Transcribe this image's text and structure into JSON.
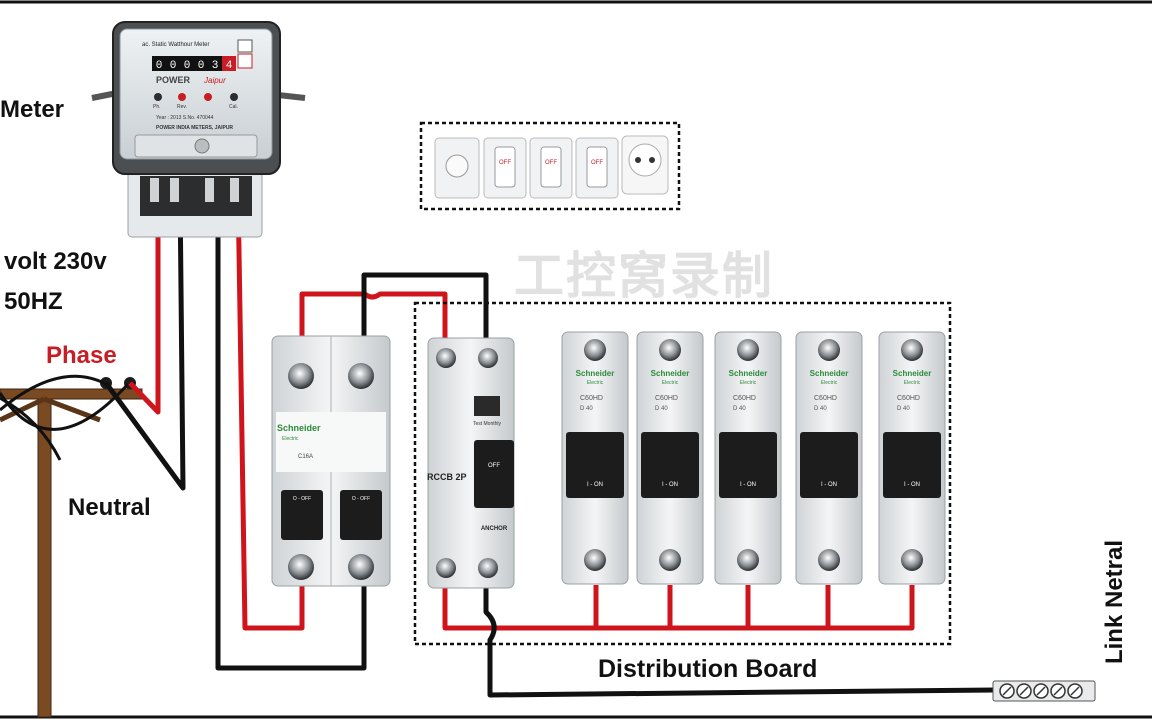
{
  "labels": {
    "meter": "Meter",
    "voltage": "volt 230v",
    "frequency": "50HZ",
    "phase": "Phase",
    "neutral": "Neutral",
    "distribution_board": "Distribution Board",
    "link_neutral": "Link Netral"
  },
  "watermark": "工控窝录制",
  "energy_meter": {
    "title": "ac. Static Watthour Meter",
    "reading": [
      "0",
      "0",
      "0",
      "0",
      "3",
      "4"
    ],
    "brand": "POWER",
    "brand_sub": "Jaipur",
    "year_line": "Year : 2013  S.No. 470044",
    "maker": "POWER INDIA METERS, JAIPUR",
    "indicators": [
      "Ph.",
      "Rev.",
      "Cal."
    ]
  },
  "main_switch": {
    "brand": "Schneider",
    "brand_sub": "Electric",
    "rating": "C16A",
    "poles": [
      {
        "state": "O - OFF"
      },
      {
        "state": "O - OFF"
      }
    ]
  },
  "rccb": {
    "model": "RCCB 2P",
    "test_label": "Test Monthly",
    "state": "OFF",
    "brand": "ANCHOR"
  },
  "mcbs": [
    {
      "brand": "Schneider",
      "brand_sub": "Electric",
      "series": "C60HD",
      "rating": "D 40",
      "state": "I - ON"
    },
    {
      "brand": "Schneider",
      "brand_sub": "Electric",
      "series": "C60HD",
      "rating": "D 40",
      "state": "I - ON"
    },
    {
      "brand": "Schneider",
      "brand_sub": "Electric",
      "series": "C60HD",
      "rating": "D 40",
      "state": "I - ON"
    },
    {
      "brand": "Schneider",
      "brand_sub": "Electric",
      "series": "C60HD",
      "rating": "D 40",
      "state": "I - ON"
    },
    {
      "brand": "Schneider",
      "brand_sub": "Electric",
      "series": "C60HD",
      "rating": "D 40",
      "state": "I - ON"
    }
  ],
  "switch_board": {
    "switches": [
      {
        "state": "OFF"
      },
      {
        "state": "OFF"
      },
      {
        "state": "OFF"
      }
    ]
  },
  "colors": {
    "phase_wire": "#d0141c",
    "neutral_wire": "#111111",
    "phase_label": "#c81d25"
  }
}
